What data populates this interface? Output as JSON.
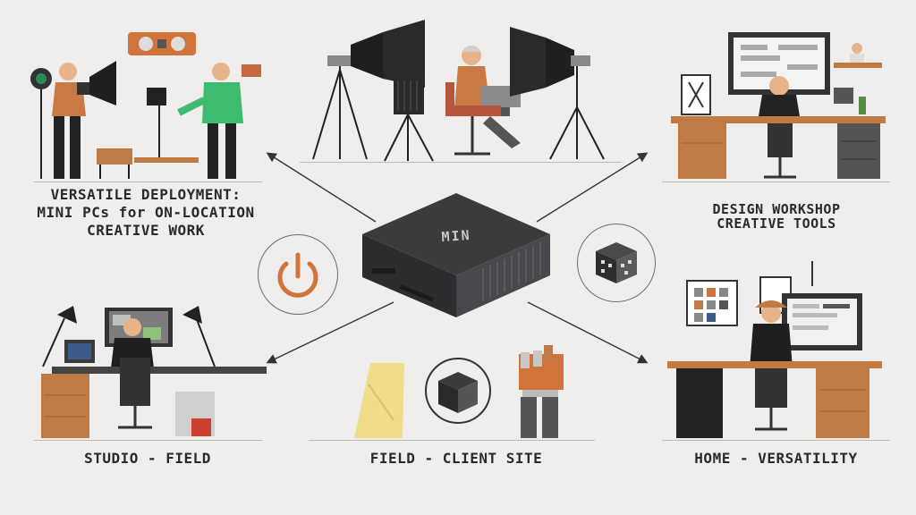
{
  "captions": {
    "top_left_line1": "VERSATILE DEPLOYMENT:",
    "top_left_line2": "MINI PCs for ON-LOCATION",
    "top_left_line3": "CREATIVE WORK",
    "top_right_line1": "DESIGN WORKSHOP",
    "top_right_line2": "CREATIVE TOOLS",
    "bottom_left": "STUDIO - FIELD",
    "bottom_center": "FIELD - CLIENT SITE",
    "bottom_right": "HOME - VERSATILITY"
  },
  "device": {
    "label": "MIN"
  },
  "colors": {
    "background": "#efeeed",
    "device": "#3a3b3d",
    "accent_orange": "#d0743c",
    "wood": "#c07a44",
    "dark": "#222222"
  },
  "icons": [
    "power-icon",
    "cube-icon",
    "mini-pc-icon"
  ]
}
